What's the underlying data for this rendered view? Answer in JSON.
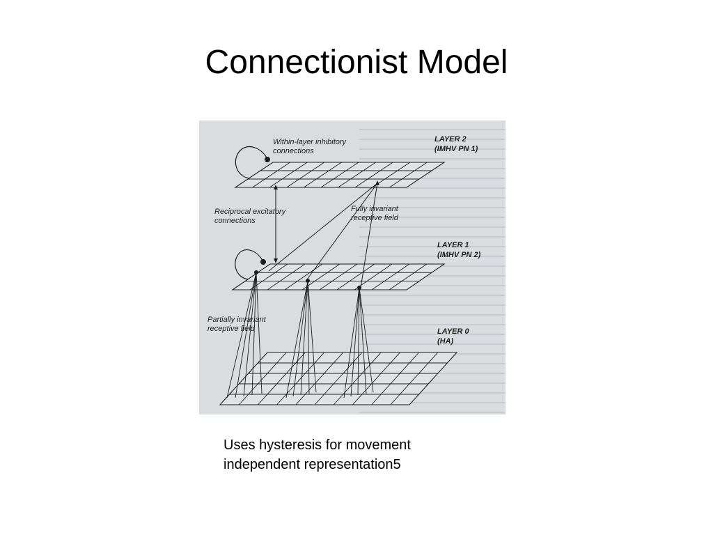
{
  "slide": {
    "title": "Connectionist Model",
    "caption_lines": [
      "Uses hysteresis for movement",
      "independent representation5"
    ]
  },
  "figure": {
    "layers": [
      {
        "name": "LAYER 2",
        "subname": "(IMHV PN 1)"
      },
      {
        "name": "LAYER 1",
        "subname": "(IMHV PN 2)"
      },
      {
        "name": "LAYER 0",
        "subname": "(HA)"
      }
    ],
    "labels": {
      "inhibitory_line1": "Within-layer inhibitory",
      "inhibitory_line2": "connections",
      "reciprocal_line1": "Reciprocal excitatory",
      "reciprocal_line2": "connections",
      "fully_line1": "Fully invariant",
      "fully_line2": "receptive field",
      "partially_line1": "Partially invariant",
      "partially_line2": "receptive field"
    },
    "colors": {
      "paper": "#d9dde0",
      "ink": "#1c1c1c"
    }
  }
}
